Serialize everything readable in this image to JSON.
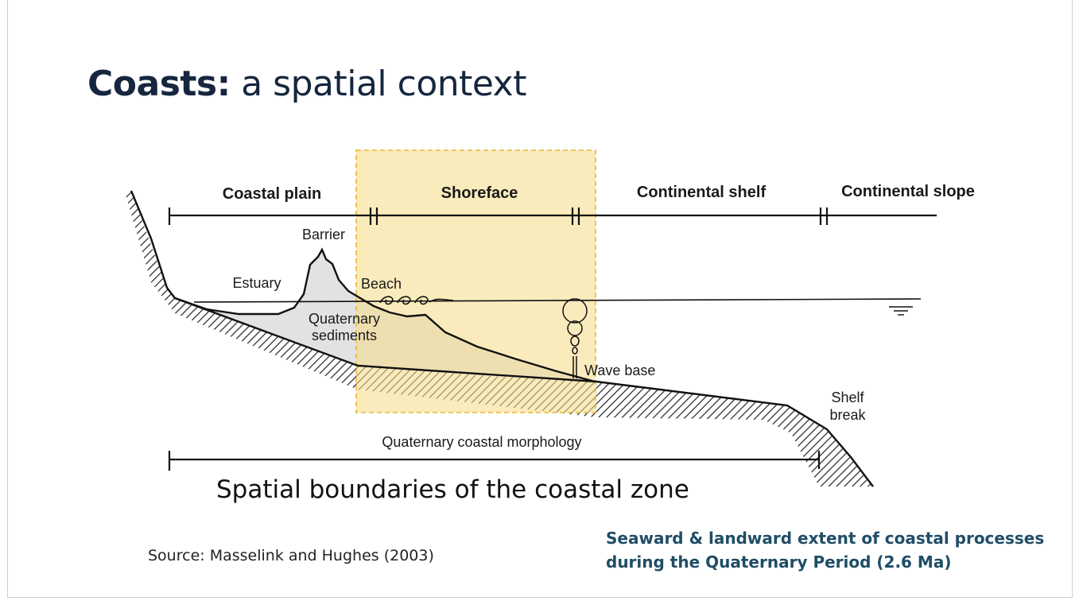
{
  "slide": {
    "title_bold": "Coasts:",
    "title_rest": " a spatial context",
    "caption": "Spatial boundaries of the coastal zone",
    "source": "Source: Masselink and Hughes (2003)",
    "note_line1": "Seaward & landward extent of coastal processes",
    "note_line2": "during the Quaternary Period (2.6 Ma)"
  },
  "diagram": {
    "zones": {
      "coastal_plain": "Coastal plain",
      "shoreface": "Shoreface",
      "continental_shelf": "Continental shelf",
      "continental_slope": "Continental slope"
    },
    "labels": {
      "barrier": "Barrier",
      "estuary": "Estuary",
      "beach": "Beach",
      "quaternary_1": "Quaternary",
      "quaternary_2": "sediments",
      "wave_base": "Wave base",
      "shelf_1": "Shelf",
      "shelf_2": "break",
      "morphology": "Quaternary coastal morphology"
    },
    "colors": {
      "highlight_fill": "#f6dc8c",
      "highlight_border": "#e8b830",
      "sediment_fill": "#e2e2e2"
    }
  }
}
